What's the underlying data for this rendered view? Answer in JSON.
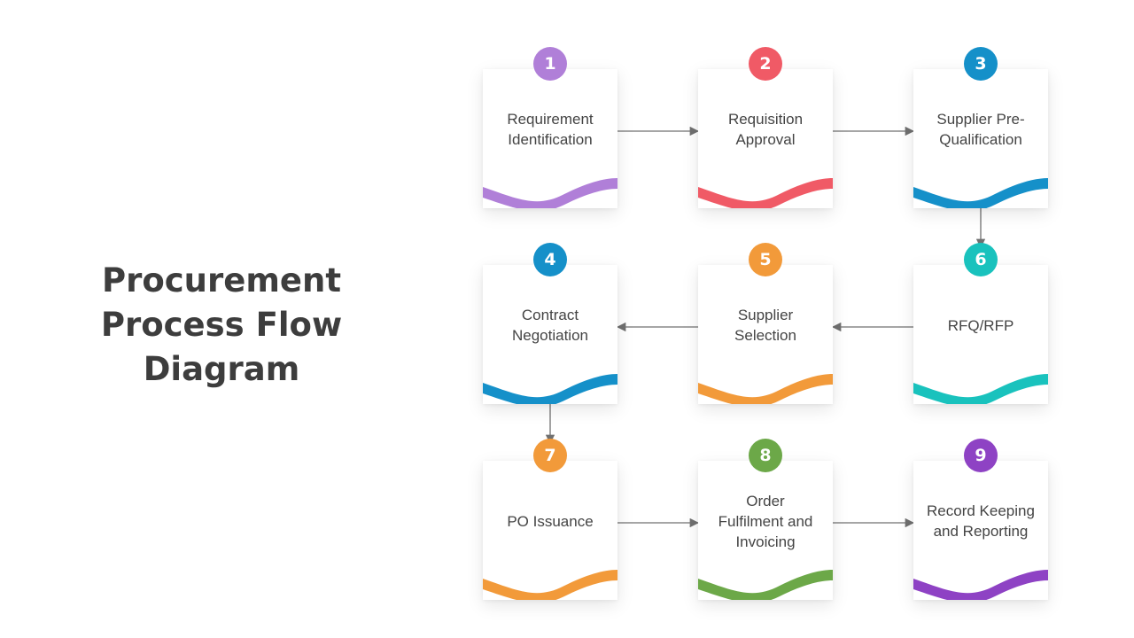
{
  "title": [
    "Procurement",
    "Process Flow",
    "Diagram"
  ],
  "steps": [
    {
      "number": "1",
      "label": "Requirement\nIdentification",
      "color": "#b07fd8"
    },
    {
      "number": "2",
      "label": "Requisition\nApproval",
      "color": "#f05a66"
    },
    {
      "number": "3",
      "label": "Supplier Pre-\nQualification",
      "color": "#1590c9"
    },
    {
      "number": "4",
      "label": "Contract\nNegotiation",
      "color": "#1590c9"
    },
    {
      "number": "5",
      "label": "Supplier\nSelection",
      "color": "#f29a3a"
    },
    {
      "number": "6",
      "label": "RFQ/RFP",
      "color": "#19c2bd"
    },
    {
      "number": "7",
      "label": "PO Issuance",
      "color": "#f29a3a"
    },
    {
      "number": "8",
      "label": "Order\nFulfilment and\nInvoicing",
      "color": "#6ca848"
    },
    {
      "number": "9",
      "label": "Record Keeping\nand Reporting",
      "color": "#8e42c4"
    }
  ],
  "flow": [
    [
      1,
      2
    ],
    [
      2,
      3
    ],
    [
      3,
      6
    ],
    [
      6,
      5
    ],
    [
      5,
      4
    ],
    [
      4,
      7
    ],
    [
      7,
      8
    ],
    [
      8,
      9
    ]
  ]
}
